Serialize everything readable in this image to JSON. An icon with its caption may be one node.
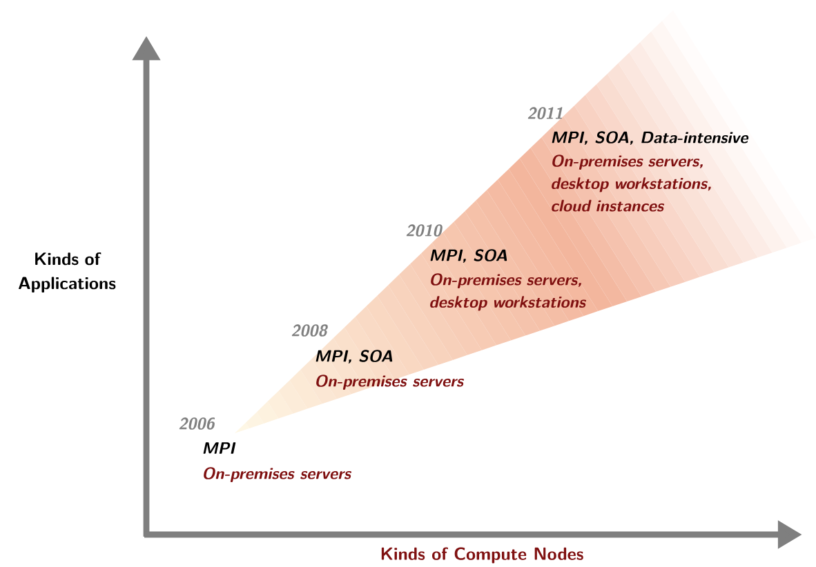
{
  "diagram": {
    "labels": [
      "2011",
      "MPI, SOA, Data-intensive",
      "On-premises servers, desktop workstations, cloud instances",
      "Kinds of Applications",
      "2010",
      "MPI, SOA",
      "On-premises servers, desktop workstations",
      "2008",
      "MPI, SOA",
      "On-premises servers",
      "2006",
      "MPI",
      "On-premises servers",
      "Kinds of Compute Nodes"
    ]
  }
}
